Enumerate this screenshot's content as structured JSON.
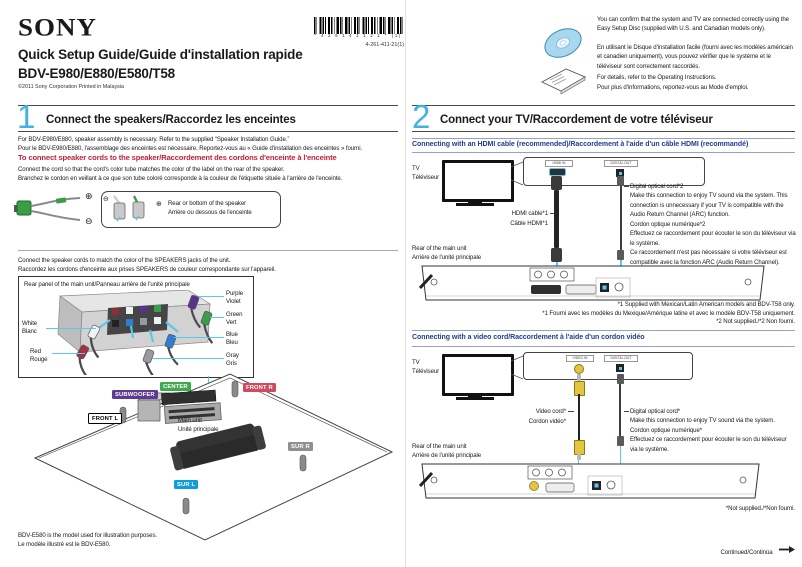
{
  "page": {
    "brand": "SONY",
    "barcode_digits": "* 4 2 6 1 4 1 1 2 1 * (1)",
    "part_number": "4-261-411-21(1)",
    "title": "Quick Setup Guide/Guide d'installation rapide",
    "models": "BDV-E980/E880/E580/T58",
    "copyright": "©2011 Sony Corporation   Printed in Malaysia",
    "continued": "Continued/Continúa"
  },
  "info": {
    "en": "You can confirm that the system and TV are connected correctly using the Easy Setup Disc (supplied with U.S. and Canadian models only).",
    "fr": "En utilisant le Disque d'installation facile (fourni avec les modèles américain et canadien uniquement), vous pouvez vérifier que le système et le téléviseur sont correctement raccordés.",
    "details_en": "For details, refer to the Operating Instructions.",
    "details_fr": "Pour plus d'informations, reportez-vous au Mode d'emploi."
  },
  "section1": {
    "number": "1",
    "heading": "Connect the speakers/Raccordez les enceintes",
    "intro_en": "For BDV-E980/E880, speaker assembly is necessary. Refer to the supplied “Speaker Installation Guide.”",
    "intro_fr": "Pour le BDV-E980/E880, l'assemblage des enceintes est nécessaire. Reportez-vous au « Guide d'installation des enceintes » fourni.",
    "connect_heading": "To connect speaker cords to the speaker/Raccordement des cordons d'enceinte à l'enceinte",
    "connect_en": "Connect the cord so that the cord's color tube matches the color of the label on the rear of the speaker.",
    "connect_fr": "Branchez le cordon en veillant à ce que son tube coloré corresponde à la couleur de l'étiquette située à l'arrière de l'enceinte.",
    "callout_en": "Rear or bottom of the speaker",
    "callout_fr": "Arrière ou dessous de l'enceinte",
    "match_en": "Connect the speaker cords to match the color of the SPEAKERS jacks of the unit.",
    "match_fr": "Raccordez les cordons d'enceinte aux prises SPEAKERS de couleur correspondante sur l'appareil.",
    "rear_panel_title": "Rear panel of the main unit/Panneau arrière de l'unité principale",
    "jack_labels": {
      "white": [
        "White",
        "Blanc"
      ],
      "red": [
        "Red",
        "Rouge"
      ],
      "purple": [
        "Purple",
        "Violet"
      ],
      "green": [
        "Green",
        "Vert"
      ],
      "blue": [
        "Blue",
        "Bleu"
      ],
      "gray": [
        "Gray",
        "Gris"
      ]
    },
    "speaker_badges": [
      {
        "label": "SUBWOOFER",
        "color": "#5f3a93"
      },
      {
        "label": "CENTER",
        "color": "#3faa4d"
      },
      {
        "label": "FRONT R",
        "color": "#d04a60"
      },
      {
        "label": "FRONT L",
        "color": "#ffffff"
      },
      {
        "label": "SUR R",
        "color": "#8f8f8f"
      },
      {
        "label": "SUR L",
        "color": "#0d9ddb"
      }
    ],
    "main_unit_en": "Main unit",
    "main_unit_fr": "Unité principale",
    "model_note_en": "BDV-E580 is the model used for illustration purposes.",
    "model_note_fr": "Le modèle illustré est le BDV-E580."
  },
  "section2": {
    "number": "2",
    "heading": "Connect your TV/Raccordement de votre téléviseur",
    "hdmi": {
      "heading": "Connecting with an HDMI cable (recommended)/Raccordement à l'aide d'un câble HDMI (recommandé)",
      "tv_en": "TV",
      "tv_fr": "Téléviseur",
      "port_hdmi": "HDMI IN",
      "port_optical": "DIGITAL OUT",
      "cable_en": "HDMI cable*1",
      "cable_fr": "Câble HDMI*1",
      "optical_title_en": "Digital optical cord*2",
      "optical_body_en": "Make this connection to enjoy TV sound via the system. This connection is unnecessary if your TV is compatible with the Audio Return Channel (ARC) function.",
      "optical_title_fr": "Cordon optique numérique*2",
      "optical_body_fr1": "Effectuez ce raccordement pour écouter le son du téléviseur via le système.",
      "optical_body_fr2": "Ce raccordement n'est pas nécessaire si votre téléviseur est compatible avec la fonction ARC (Audio Return Channel).",
      "rear_en": "Rear of the main unit",
      "rear_fr": "Arrière de l'unité principale"
    },
    "footnotes": [
      "*1 Supplied with Mexican/Latin American models and BDV-T58 only.",
      "*1 Fourni avec les modèles du Mexique/Amérique latine et avec le modèle BDV-T58 uniquement.",
      "*2 Not supplied./*2 Non fourni."
    ],
    "video": {
      "heading": "Connecting with a video cord/Raccordement à l'aide d'un cordon vidéo",
      "tv_en": "TV",
      "tv_fr": "Téléviseur",
      "port_video": "VIDEO IN",
      "port_optical": "DIGITAL OUT",
      "cord_en": "Video cord*",
      "cord_fr": "Cordon vidéo*",
      "optical_title_en": "Digital optical cord*",
      "optical_body_en": "Make this connection to enjoy TV sound via the system.",
      "optical_title_fr": "Cordon optique numérique*",
      "optical_body_fr": "Effectuez ce raccordement pour écouter le son du téléviseur via le système.",
      "rear_en": "Rear of the main unit",
      "rear_fr": "Arrière de l'unité principale"
    },
    "not_supplied": "*Not supplied./*Non fourni."
  },
  "colors": {
    "accent_blue": "#41b2e1",
    "route_blue": "#5bc6ef",
    "heading_red": "#c41e3d",
    "subsection_blue": "#203c8e",
    "jack_white": "#f0f0f0",
    "jack_red": "#a03344",
    "jack_purple": "#5b3190",
    "jack_green": "#3a9d47",
    "jack_blue": "#2f7fd0",
    "jack_gray": "#9a9a9a",
    "video_yellow": "#e3c53e"
  }
}
